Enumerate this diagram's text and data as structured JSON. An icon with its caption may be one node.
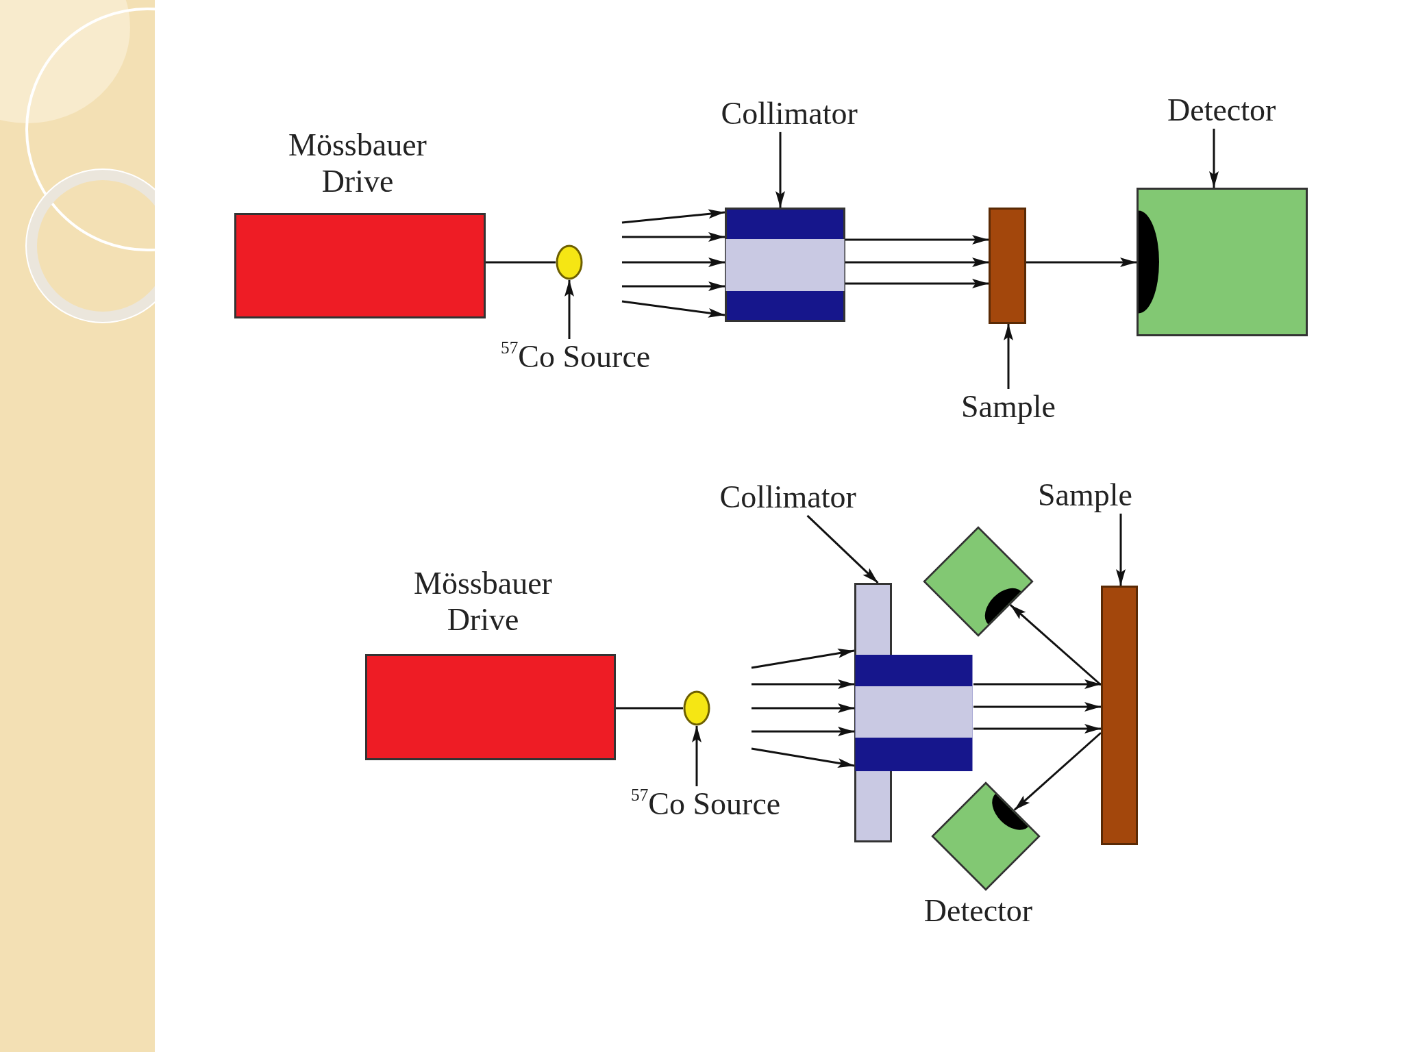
{
  "diagram": {
    "nodes": [
      {
        "text": [
          "Mössbauer Drive"
        ]
      },
      {
        "text": [],
        "shape": "circle"
      },
      {
        "text": [
          "$^{57}$Co Source"
        ]
      },
      {
        "text": [
          "Collimator"
        ]
      },
      {
        "text": [],
        "shape": "box"
      },
      {
        "text": [
          "Detector"
        ]
      },
      {
        "text": [],
        "shape": "bar"
      },
      {
        "text": [
          "Sample"
        ]
      },
      {
        "text": [],
        "shape": "box"
      },
      {
        "text": [
          "Collimator"
        ]
      },
      {
        "text": [
          "Sample"
        ]
      },
      {
        "text": [
          "Mössbauer Drive"
        ]
      },
      {
        "text": [],
        "shape": "diamond"
      },
      {
        "text": [],
        "shape": "box"
      },
      {
        "text": [],
        "shape": "circle"
      },
      {
        "text": [
          "$^{57}$Co Source"
        ]
      },
      {
        "text": [],
        "shape": "bar"
      },
      {
        "text": [
          "Detector"
        ]
      }
    ],
    "edges": [
      {
        "from": 0,
        "to": 1,
        "arrow": "none"
      },
      {
        "from": 2,
        "to": 1,
        "arrow": "to"
      },
      {
        "from": 3,
        "to": 4,
        "arrow": "to"
      },
      {
        "from": 5,
        "to": 8,
        "arrow": "to"
      },
      {
        "from": 7,
        "to": 6,
        "arrow": "to"
      },
      {
        "from": null,
        "to": 4,
        "arrow": "to"
      },
      {
        "from": null,
        "to": 4,
        "arrow": "to"
      },
      {
        "from": null,
        "to": 4,
        "arrow": "to"
      },
      {
        "from": null,
        "to": 4,
        "arrow": "to"
      },
      {
        "from": null,
        "to": 4,
        "arrow": "to"
      },
      {
        "from": 4,
        "to": 6,
        "arrow": "to"
      },
      {
        "from": 4,
        "to": 6,
        "arrow": "to"
      },
      {
        "from": 4,
        "to": 6,
        "arrow": "to"
      },
      {
        "from": 6,
        "to": 8,
        "arrow": "to"
      },
      {
        "from": 11,
        "to": 14,
        "arrow": "none"
      },
      {
        "from": 15,
        "to": 14,
        "arrow": "to"
      },
      {
        "from": 9,
        "to": 13,
        "arrow": "to"
      },
      {
        "from": 10,
        "to": 16,
        "arrow": "to"
      },
      {
        "from": null,
        "to": 13,
        "arrow": "to"
      },
      {
        "from": null,
        "to": 13,
        "arrow": "to"
      },
      {
        "from": null,
        "to": 13,
        "arrow": "to"
      },
      {
        "from": null,
        "to": 13,
        "arrow": "to"
      },
      {
        "from": null,
        "to": 13,
        "arrow": "to"
      },
      {
        "from": 13,
        "to": 16,
        "arrow": "to"
      },
      {
        "from": 13,
        "to": 16,
        "arrow": "to"
      },
      {
        "from": 13,
        "to": 16,
        "arrow": "to"
      },
      {
        "from": 16,
        "to": 12,
        "arrow": "to"
      },
      {
        "from": 16,
        "to": 17,
        "arrow": "to"
      }
    ]
  }
}
